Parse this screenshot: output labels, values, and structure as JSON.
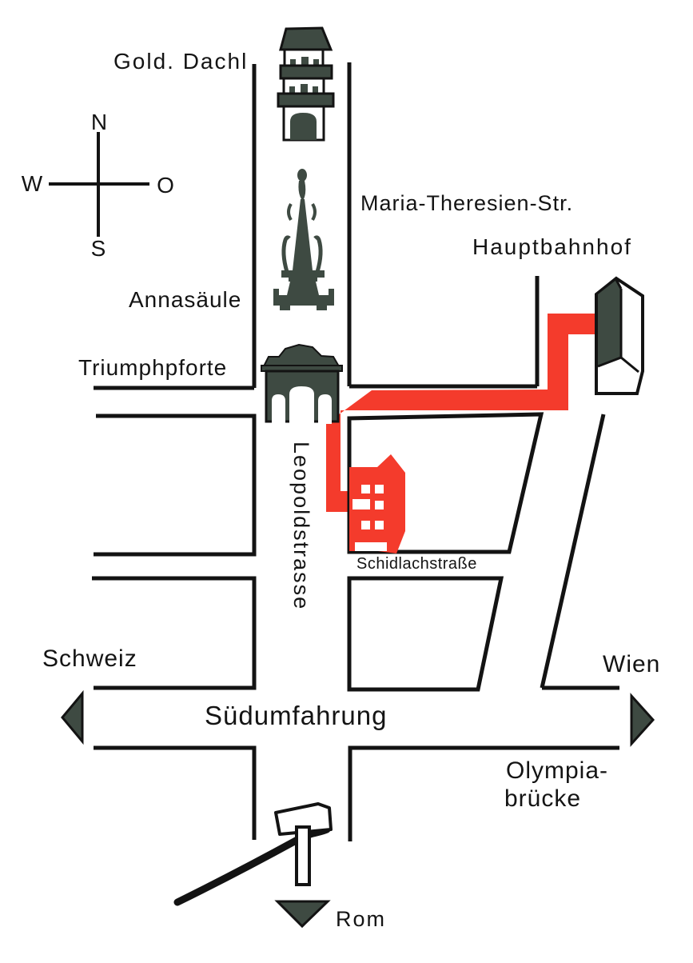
{
  "labels": {
    "gold_dachl": "Gold. Dachl",
    "annasaeule": "Annasäule",
    "triumphpforte": "Triumphpforte",
    "maria_theresien_str": "Maria-Theresien-Str.",
    "hauptbahnhof": "Hauptbahnhof",
    "leopoldstrasse": "Leopoldstrasse",
    "schidlachstrasse": "Schidlachstraße",
    "schweiz": "Schweiz",
    "wien": "Wien",
    "suedumfahrung": "Südumfahrung",
    "olympiabruecke_line1": "Olympia-",
    "olympiabruecke_line2": "brücke",
    "rom": "Rom"
  },
  "compass": {
    "north": "N",
    "south": "S",
    "west": "W",
    "east": "O"
  },
  "icons": [
    "compass-icon",
    "gold-dachl-tower-icon",
    "annasaeule-column-icon",
    "triumphpforte-arch-icon",
    "hauptbahnhof-building-icon",
    "destination-building-arrow-icon",
    "motorway-ramp-icon",
    "west-arrow-icon",
    "east-arrow-icon",
    "south-arrow-icon"
  ],
  "colors": {
    "route_red": "#f43b2c",
    "icon_dark": "#3e4a42",
    "line_black": "#131313",
    "background": "#ffffff"
  }
}
